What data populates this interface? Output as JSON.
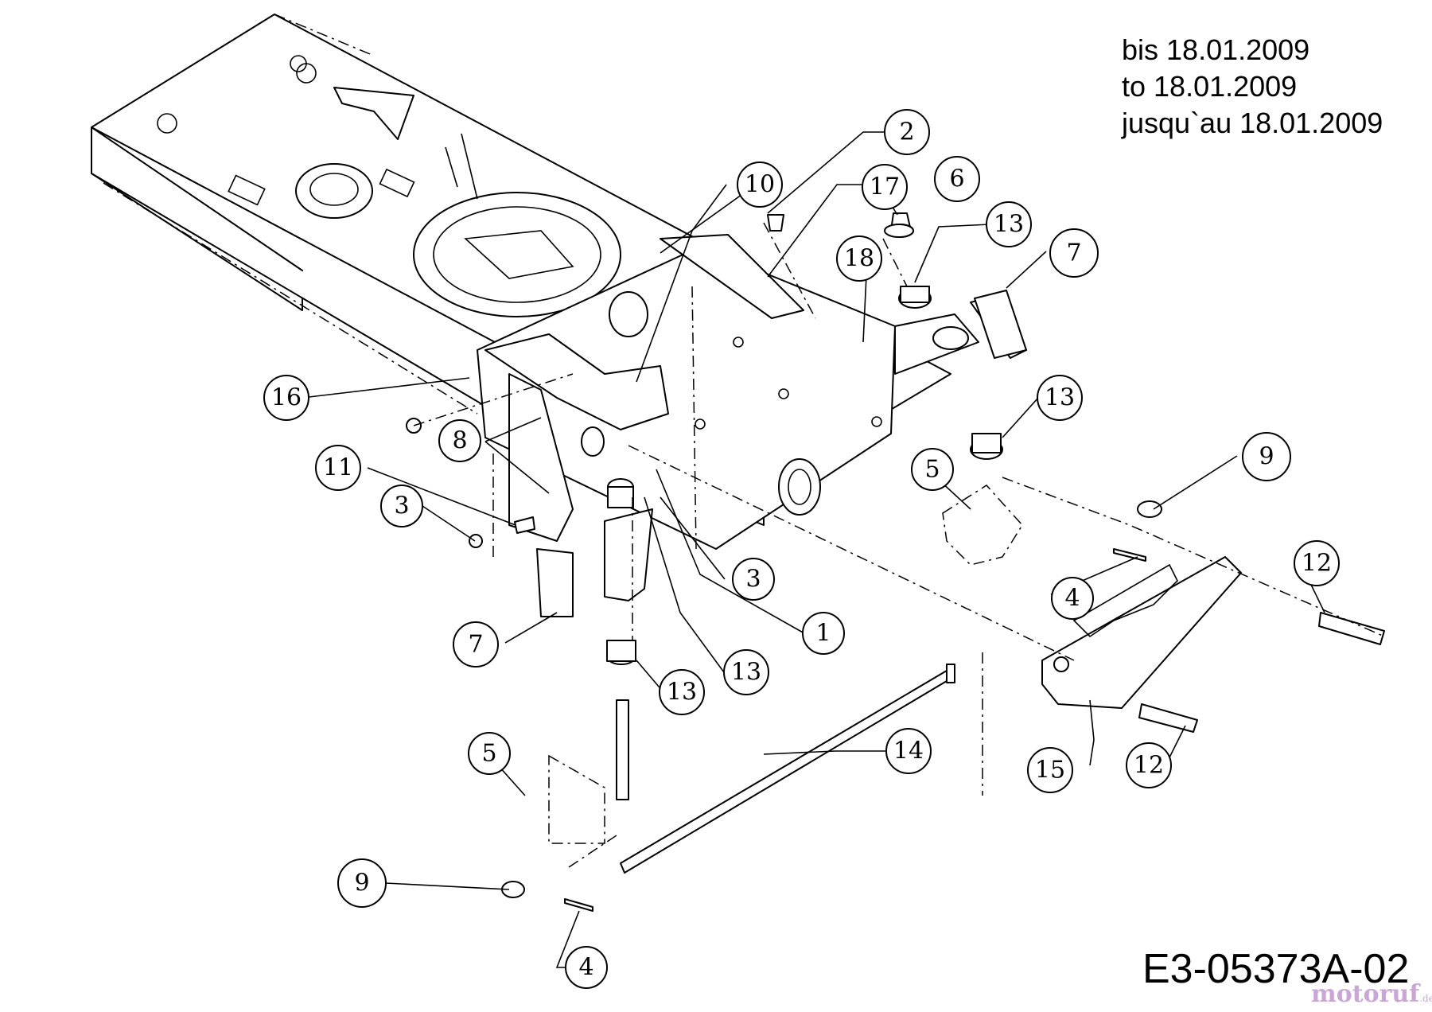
{
  "validity_note": [
    "bis 18.01.2009",
    "to 18.01.2009",
    "jusqu`au 18.01.2009"
  ],
  "drawing_code": "E3-05373A-02",
  "watermark": {
    "text": "motoruf",
    "suffix": ".de"
  },
  "callouts": [
    {
      "id": "c1",
      "label": "1"
    },
    {
      "id": "c2",
      "label": "2"
    },
    {
      "id": "c3a",
      "label": "3"
    },
    {
      "id": "c3b",
      "label": "3"
    },
    {
      "id": "c4a",
      "label": "4"
    },
    {
      "id": "c4b",
      "label": "4"
    },
    {
      "id": "c5a",
      "label": "5"
    },
    {
      "id": "c5b",
      "label": "5"
    },
    {
      "id": "c6",
      "label": "6"
    },
    {
      "id": "c7a",
      "label": "7"
    },
    {
      "id": "c7b",
      "label": "7"
    },
    {
      "id": "c8",
      "label": "8"
    },
    {
      "id": "c9a",
      "label": "9"
    },
    {
      "id": "c9b",
      "label": "9"
    },
    {
      "id": "c10",
      "label": "10"
    },
    {
      "id": "c11",
      "label": "11"
    },
    {
      "id": "c12a",
      "label": "12"
    },
    {
      "id": "c12b",
      "label": "12"
    },
    {
      "id": "c13a",
      "label": "13"
    },
    {
      "id": "c13b",
      "label": "13"
    },
    {
      "id": "c13c",
      "label": "13"
    },
    {
      "id": "c13d",
      "label": "13"
    },
    {
      "id": "c14",
      "label": "14"
    },
    {
      "id": "c15",
      "label": "15"
    },
    {
      "id": "c16",
      "label": "16"
    },
    {
      "id": "c17",
      "label": "17"
    },
    {
      "id": "c18",
      "label": "18"
    }
  ]
}
